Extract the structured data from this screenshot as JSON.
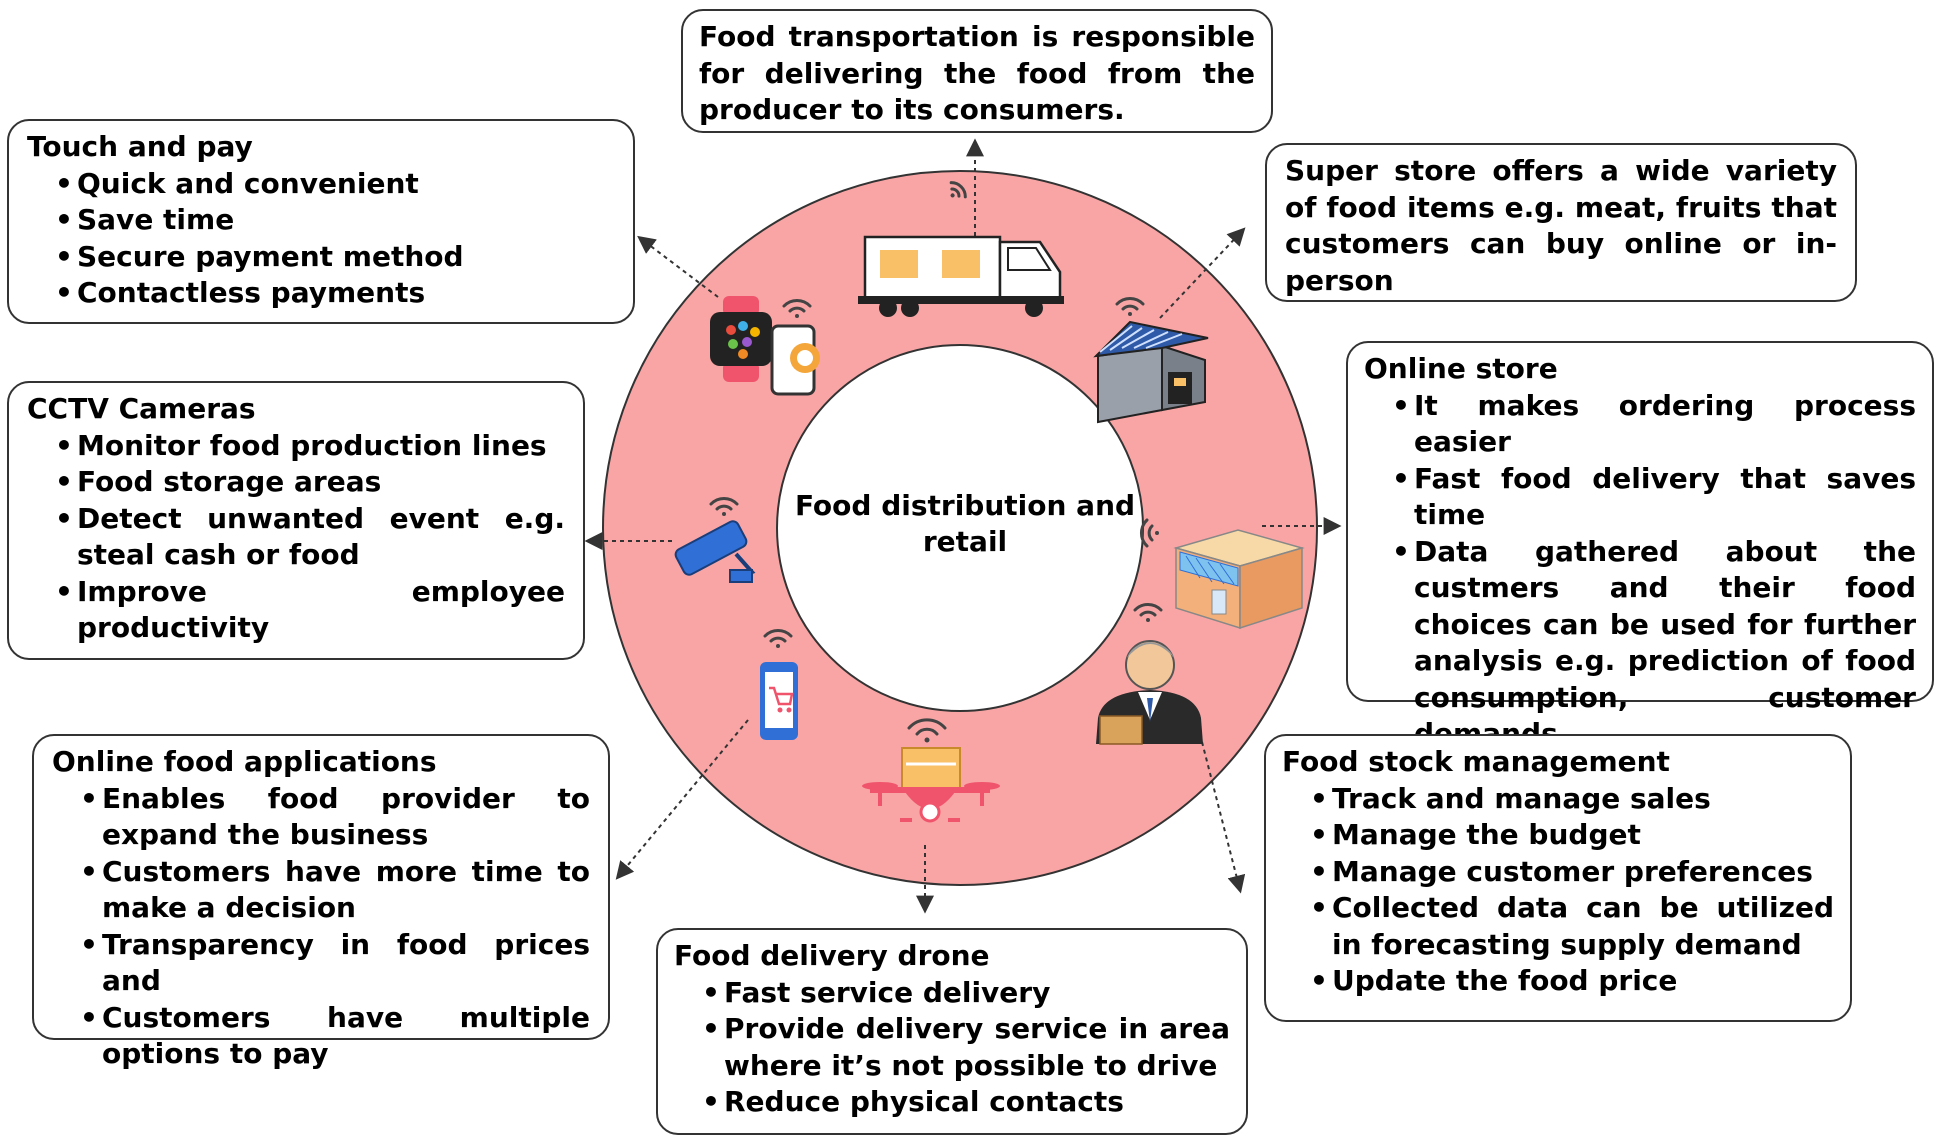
{
  "center_title": "Food distribution and retail",
  "colors": {
    "ring": "#f9a5a5",
    "border": "#333333",
    "icon_blue": "#2f6fd6",
    "box_orange": "#f9c067"
  },
  "nodes": {
    "transportation": {
      "icon": "truck-icon",
      "text": "Food transportation is responsible for delivering the food from the producer to its consumers."
    },
    "superstore": {
      "icon": "store-icon",
      "text": "Super store offers a wide variety of food items e.g. meat, fruits that customers can buy online or in-person"
    },
    "touch_pay": {
      "icon": "smartwatch-icon",
      "title": "Touch and pay",
      "items": [
        "Quick and convenient",
        "Save time",
        "Secure payment method",
        "Contactless payments"
      ]
    },
    "cctv": {
      "icon": "cctv-camera-icon",
      "title": "CCTV Cameras",
      "items": [
        "Monitor food production lines",
        "Food storage areas",
        "Detect unwanted event e.g. steal cash or food",
        "Improve employee productivity"
      ]
    },
    "online_store": {
      "icon": "online-store-icon",
      "title": "Online store",
      "items": [
        "It makes ordering process easier",
        "Fast food delivery that saves time",
        "Data gathered about the custmers and their food choices can be used for further analysis e.g. prediction of food consumption, customer demands"
      ]
    },
    "online_apps": {
      "icon": "smartphone-cart-icon",
      "title": "Online food applications",
      "items": [
        "Enables food provider to expand the business",
        "Customers have more time to make a decision",
        "Transparency in food prices and",
        "Customers have multiple options to pay"
      ]
    },
    "stock": {
      "icon": "manager-icon",
      "title": "Food stock management",
      "items": [
        "Track and manage sales",
        "Manage the budget",
        "Manage customer preferences",
        "Collected data can be utilized in forecasting supply demand",
        "Update the food price"
      ]
    },
    "drone": {
      "icon": "delivery-drone-icon",
      "title": "Food delivery drone",
      "items": [
        "Fast service delivery",
        "Provide delivery service in area where it’s not possible to drive",
        "Reduce physical contacts"
      ]
    }
  }
}
